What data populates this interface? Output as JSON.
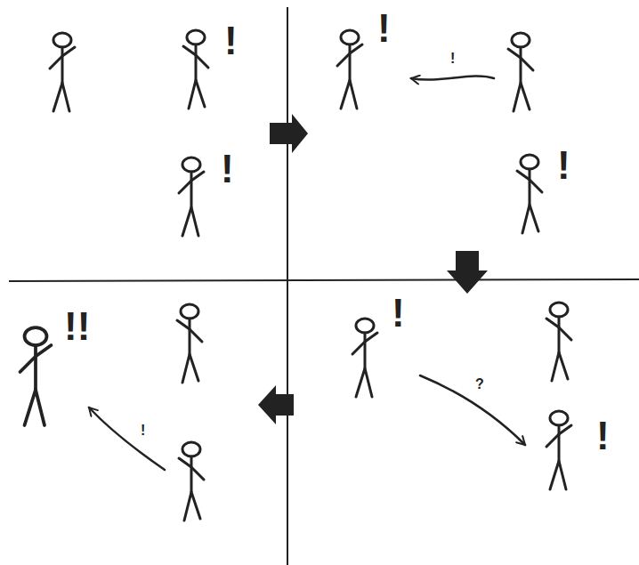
{
  "diagram": {
    "labels": [
      "!",
      "!",
      "!",
      "!",
      "!",
      "!!",
      "!",
      "?",
      "!",
      "!"
    ]
  }
}
